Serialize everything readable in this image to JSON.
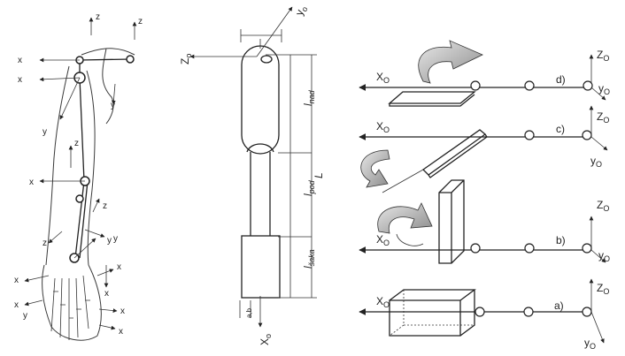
{
  "panel1": {
    "axis_letters": [
      "x",
      "x",
      "z",
      "z",
      "y",
      "y",
      "x",
      "z",
      "z",
      "y",
      "y",
      "z",
      "x",
      "x",
      "y",
      "x",
      "x",
      "x",
      "x"
    ]
  },
  "panel2": {
    "z0": "Z",
    "z0_sub": "o",
    "y0": "y",
    "y0_sub": "o",
    "x0": "X",
    "x0_sub": "o",
    "l_nad": "l",
    "l_nad_sub": "nad",
    "l_pod": "l",
    "l_pod_sub": "pod",
    "l_saka": "l",
    "l_saka_sub": "šaka",
    "L": "L",
    "ab": "a,b"
  },
  "panel3": {
    "axis_x": "X",
    "axis_x_sub": "O",
    "axis_z": "Z",
    "axis_z_sub": "O",
    "axis_y": "y",
    "axis_y_sub": "O",
    "rows": [
      {
        "label": "d)"
      },
      {
        "label": "c)"
      },
      {
        "label": "b)"
      },
      {
        "label": "a)"
      }
    ]
  }
}
